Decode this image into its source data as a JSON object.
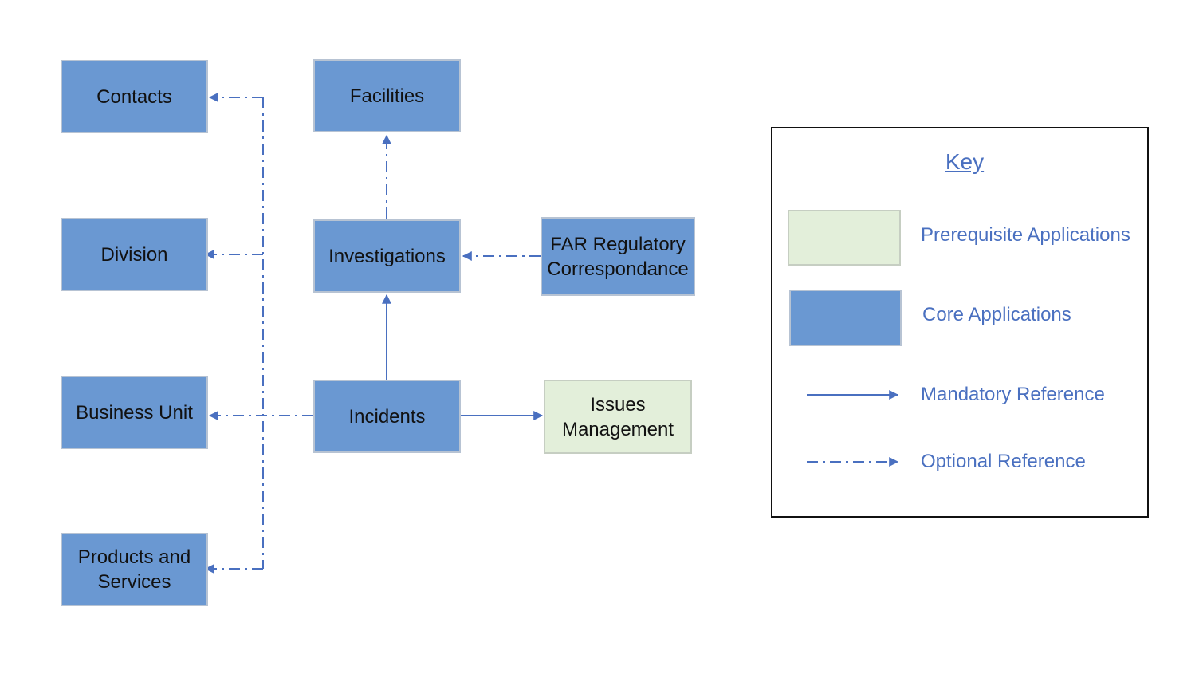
{
  "nodes": {
    "contacts": "Contacts",
    "division": "Division",
    "business_unit": "Business Unit",
    "products_services": "Products and\nServices",
    "facilities": "Facilities",
    "investigations": "Investigations",
    "incidents": "Incidents",
    "far_regulatory": "FAR Regulatory\nCorrespondance",
    "issues_management": "Issues\nManagement"
  },
  "key": {
    "title": "Key",
    "prerequisite_label": "Prerequisite Applications",
    "core_label": "Core Applications",
    "mandatory_label": "Mandatory Reference",
    "optional_label": "Optional Reference"
  },
  "colors": {
    "core_fill": "#6a98d2",
    "prerequisite_fill": "#e3efda",
    "arrow": "#4a70c0",
    "key_text": "#4a70c0"
  },
  "edges": [
    {
      "from": "investigations",
      "to": "facilities",
      "type": "optional"
    },
    {
      "from": "far_regulatory",
      "to": "investigations",
      "type": "optional"
    },
    {
      "from": "incidents",
      "to": "investigations",
      "type": "mandatory"
    },
    {
      "from": "incidents",
      "to": "issues_management",
      "type": "mandatory"
    },
    {
      "from": "incidents",
      "to": "business_unit",
      "type": "optional"
    },
    {
      "from": "incidents",
      "to": "contacts",
      "type": "optional"
    },
    {
      "from": "incidents",
      "to": "division",
      "type": "optional"
    },
    {
      "from": "incidents",
      "to": "products_services",
      "type": "optional"
    }
  ]
}
